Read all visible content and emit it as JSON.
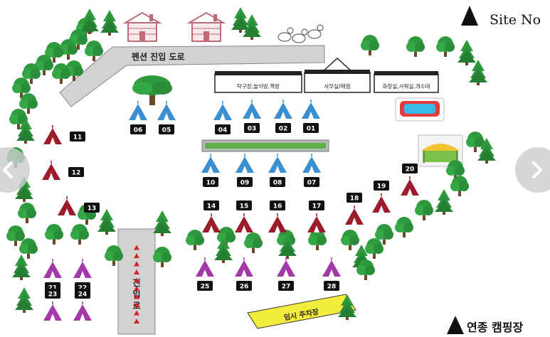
{
  "header": {
    "title": "Site No",
    "logo_icon": "tent-icon"
  },
  "footer": {
    "camp_name": "연종 캠핑장",
    "logo_icon": "tent-icon"
  },
  "labels": {
    "access_road": "펜션 진입 도로",
    "entrance_road": [
      "진",
      "입",
      "로"
    ],
    "parking": "임시 주차장"
  },
  "buildings": [
    {
      "name": "탁구장,놀이방,책방"
    },
    {
      "name": "사무실/매점"
    },
    {
      "name": "화장실,샤워실,개수대"
    }
  ],
  "sites": {
    "blue": [
      "06",
      "05",
      "04",
      "03",
      "02",
      "01",
      "10",
      "09",
      "08",
      "07"
    ],
    "red": [
      "11",
      "12",
      "13",
      "14",
      "15",
      "16",
      "17",
      "18",
      "19",
      "20"
    ],
    "purple": [
      "21",
      "22",
      "23",
      "24",
      "25",
      "26",
      "27",
      "28"
    ]
  },
  "colors": {
    "tent_blue": "#3a8fd0",
    "tent_red": "#9b1c2a",
    "tent_purple": "#a338a8",
    "tree_green": "#2e9a3e",
    "road_gray": "#d2d2d2",
    "pension_pink": "#c06a78",
    "parking_yellow": "#f2ec3c",
    "arrow_red": "#d62020"
  },
  "navigation": {
    "prev_icon": "chevron-left-icon",
    "next_icon": "chevron-right-icon"
  }
}
